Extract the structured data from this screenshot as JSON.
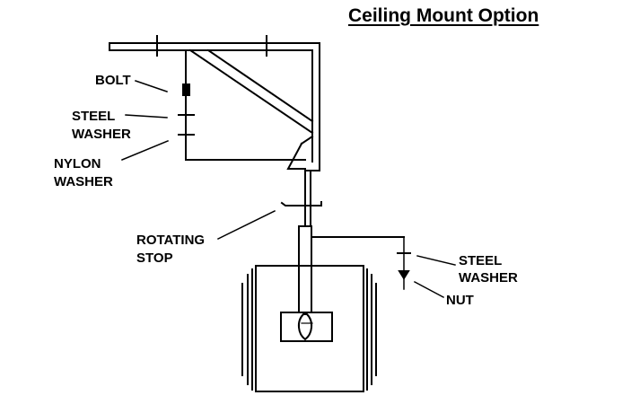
{
  "title": "Ceiling Mount Option",
  "labels": {
    "bolt": "BOLT",
    "steel_washer_left_1": "STEEL",
    "steel_washer_left_2": "WASHER",
    "nylon_washer_1": "NYLON",
    "nylon_washer_2": "WASHER",
    "rotating_stop_1": "ROTATING",
    "rotating_stop_2": "STOP",
    "steel_washer_right_1": "STEEL",
    "steel_washer_right_2": "WASHER",
    "nut": "NUT"
  },
  "colors": {
    "line": "#000000",
    "background": "#ffffff"
  }
}
